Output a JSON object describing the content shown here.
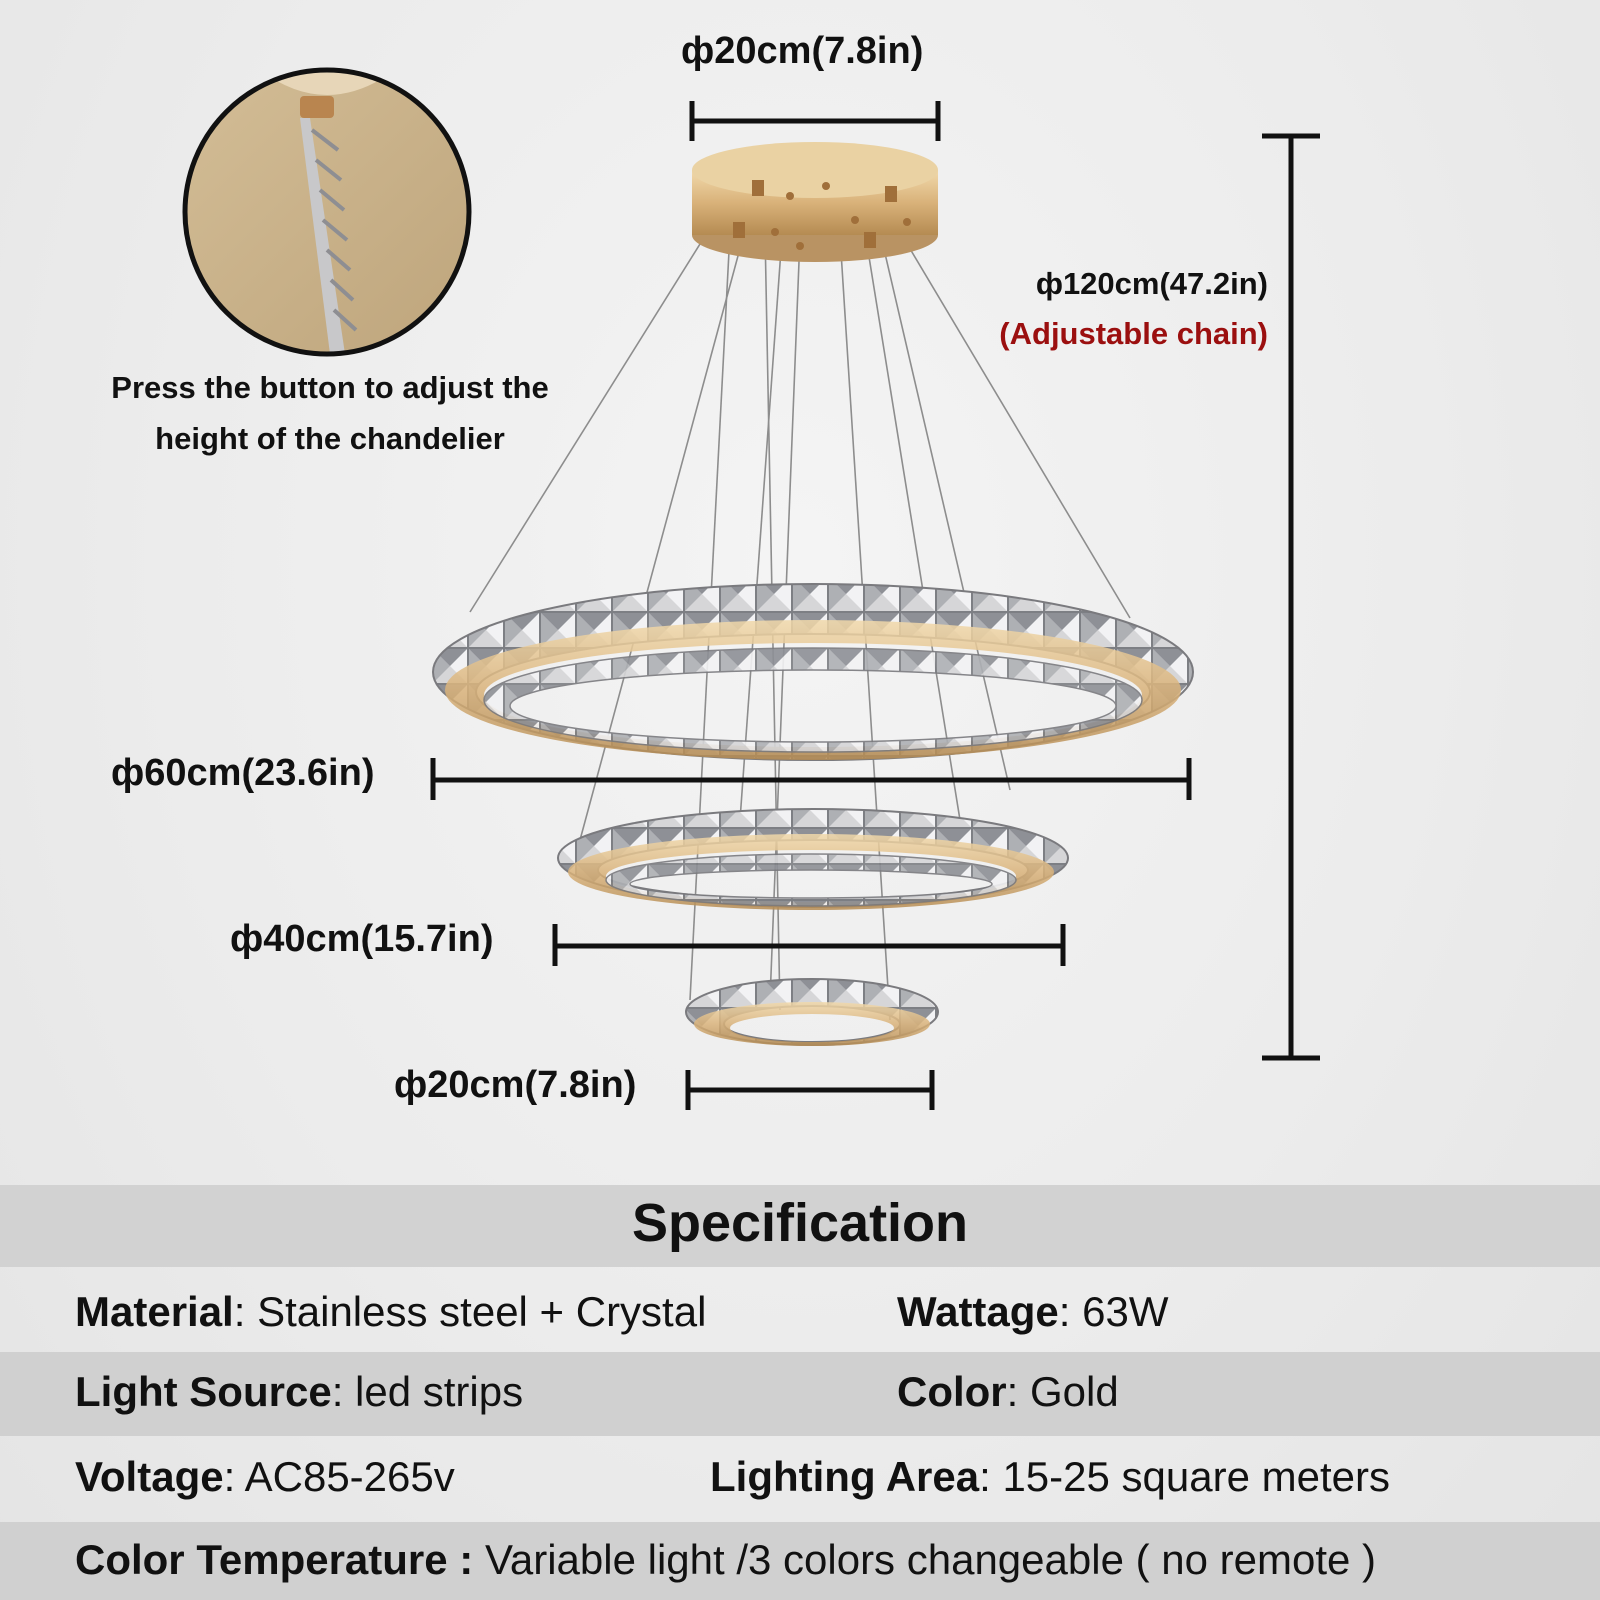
{
  "dimensions": {
    "canopy": "ф20cm(7.8in)",
    "total_height": "ф120cm(47.2in)",
    "total_height_note": "(Adjustable chain)",
    "ring_large": "ф60cm(23.6in)",
    "ring_medium": "ф40cm(15.7in)",
    "ring_small": "ф20cm(7.8in)"
  },
  "zoom_caption_line1": "Press the button to adjust the",
  "zoom_caption_line2": "height of the chandelier",
  "spec": {
    "title": "Specification",
    "material_label": "Material",
    "material_value": ": Stainless steel + Crystal",
    "wattage_label": "Wattage",
    "wattage_value": ": 63W",
    "light_source_label": "Light Source",
    "light_source_value": ": led strips",
    "color_label": "Color",
    "color_value": ": Gold",
    "voltage_label": "Voltage",
    "voltage_value": ": AC85-265v",
    "lighting_area_label": "Lighting Area",
    "lighting_area_value": ": 15-25 square meters",
    "color_temp_label": "Color Temperature :",
    "color_temp_value": " Variable light /3 colors changeable ( no remote )"
  },
  "colors": {
    "gold": "#d9b27a",
    "note_red": "#9b0f0f",
    "spec_band": "#d0d0d0"
  }
}
